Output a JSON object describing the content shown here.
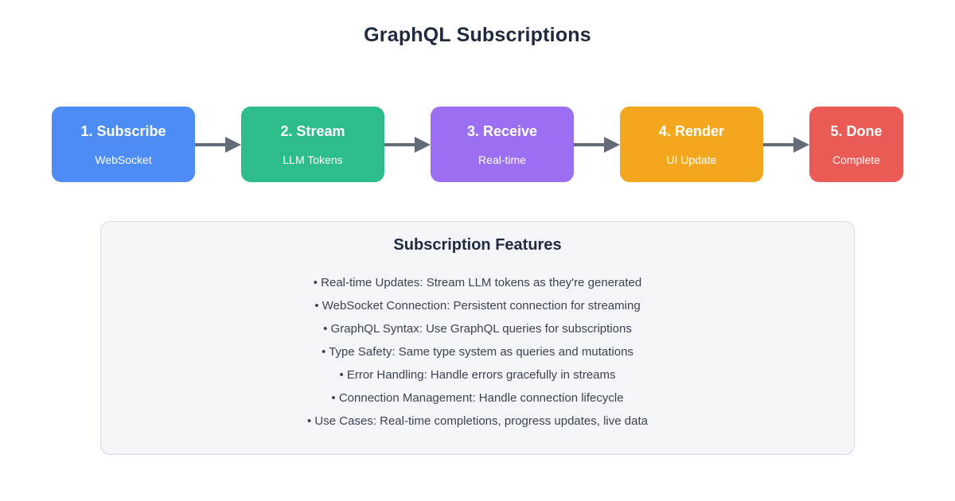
{
  "page": {
    "title": "GraphQL Subscriptions"
  },
  "flow": {
    "arrow_color": "#646b78",
    "steps": [
      {
        "label": "1. Subscribe",
        "sublabel": "WebSocket",
        "color": "#4e8cf5"
      },
      {
        "label": "2. Stream",
        "sublabel": "LLM Tokens",
        "color": "#2dbd8b"
      },
      {
        "label": "3. Receive",
        "sublabel": "Real-time",
        "color": "#9c6ff2"
      },
      {
        "label": "4. Render",
        "sublabel": "UI Update",
        "color": "#f2a71e"
      },
      {
        "label": "5. Done",
        "sublabel": "Complete",
        "color": "#ea5b55"
      }
    ]
  },
  "features": {
    "title": "Subscription Features",
    "bullet": "•",
    "items": [
      "Real-time Updates: Stream LLM tokens as they're generated",
      "WebSocket Connection: Persistent connection for streaming",
      "GraphQL Syntax: Use GraphQL queries for subscriptions",
      "Type Safety: Same type system as queries and mutations",
      "Error Handling: Handle errors gracefully in streams",
      "Connection Management: Handle connection lifecycle",
      "Use Cases: Real-time completions, progress updates, live data"
    ]
  }
}
